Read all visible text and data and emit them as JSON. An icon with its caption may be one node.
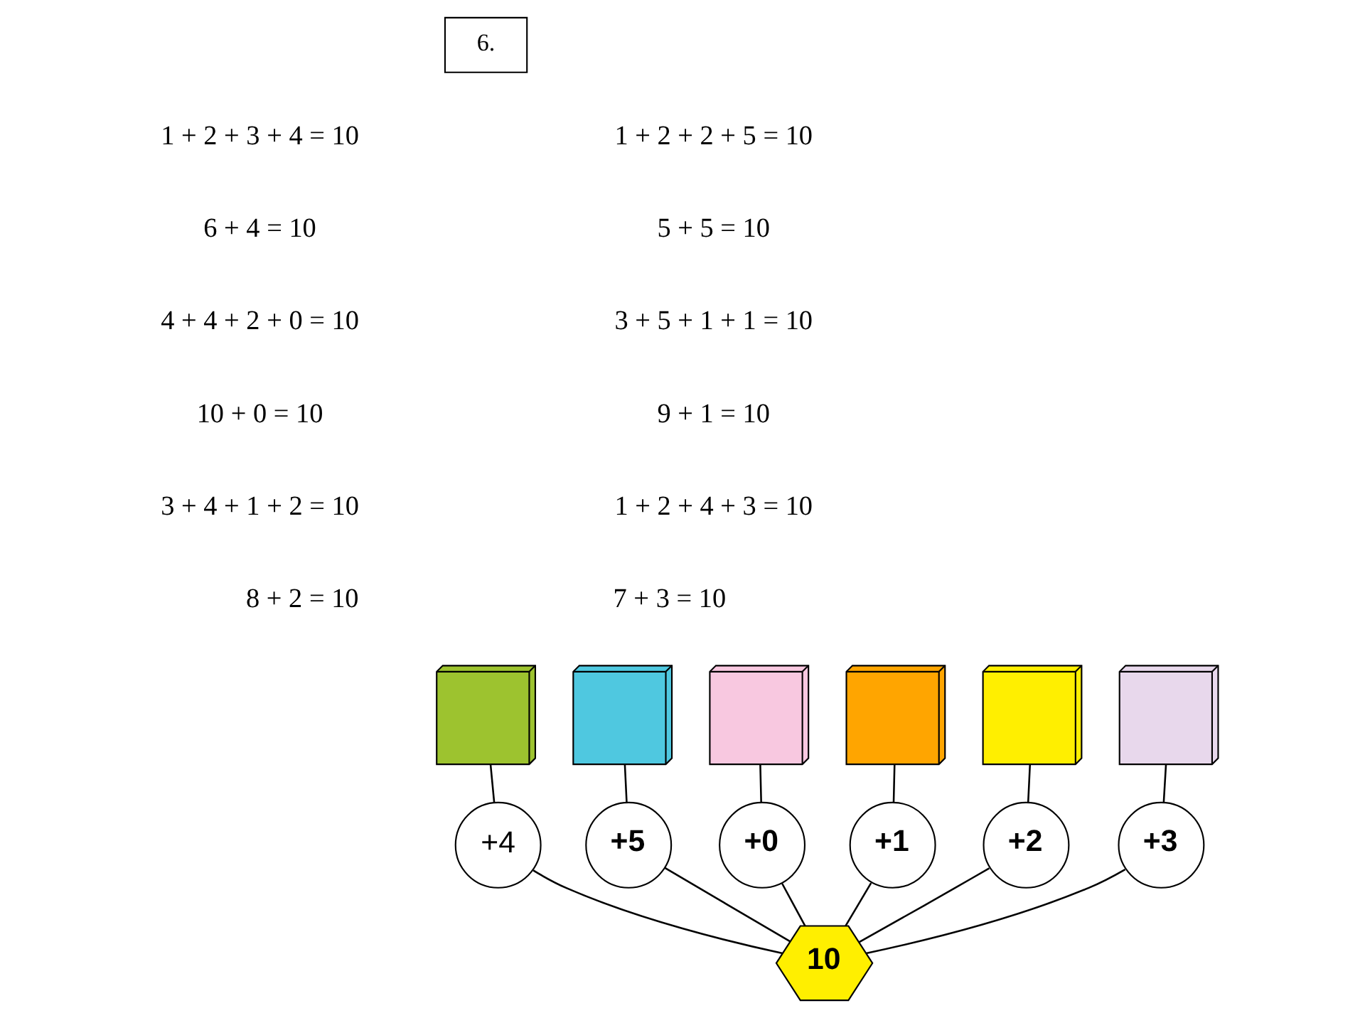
{
  "diagram": {
    "nodes": [
      {
        "text": [],
        "shape": "picture"
      },
      {
        "text": [],
        "shape": "picture"
      },
      {
        "text": [],
        "shape": "picture"
      },
      {
        "text": [],
        "shape": "picture"
      },
      {
        "text": [],
        "shape": "picture"
      },
      {
        "text": [],
        "shape": "picture"
      },
      {
        "text": [
          "+4"
        ]
      },
      {
        "text": [
          "+5"
        ]
      },
      {
        "text": [
          "+0"
        ]
      },
      {
        "text": [
          "+1"
        ]
      },
      {
        "text": [
          "+2"
        ]
      },
      {
        "text": [
          "+3"
        ]
      },
      {
        "text": [
          "10"
        ]
      }
    ],
    "edges": [
      {
        "from": 0,
        "to": 6,
        "arrow": "none"
      },
      {
        "from": 1,
        "to": 7,
        "arrow": "none"
      },
      {
        "from": 2,
        "to": 8,
        "arrow": "none"
      },
      {
        "from": 3,
        "to": 9,
        "arrow": "none"
      },
      {
        "from": 4,
        "to": 10,
        "arrow": "none"
      },
      {
        "from": 5,
        "to": 11,
        "arrow": "none"
      },
      {
        "from": 6,
        "to": 12,
        "arrow": "none"
      },
      {
        "from": 7,
        "to": 12,
        "arrow": "none"
      },
      {
        "from": 8,
        "to": 12,
        "arrow": "none"
      },
      {
        "from": 9,
        "to": 12,
        "arrow": "none"
      },
      {
        "from": 10,
        "to": 12,
        "arrow": "none"
      },
      {
        "from": 11,
        "to": 12,
        "arrow": "none"
      }
    ],
    "labels": [
      "6.",
      "1 + 2 + 3 + 4 = 10",
      "1 + 2 + 2 + 5 = 10",
      "6 + 4 = 10",
      "5 + 5 = 10",
      "4 + 4 + 2 + 0 = 10",
      "3 + 5 + 1 + 1 = 10",
      "10 + 0 = 10",
      "9 + 1 = 10",
      "3 + 4 + 1 + 2 = 10",
      "1 + 2 + 4 + 3 = 10",
      "8 + 2 = 10",
      "7 + 3 = 10"
    ]
  }
}
